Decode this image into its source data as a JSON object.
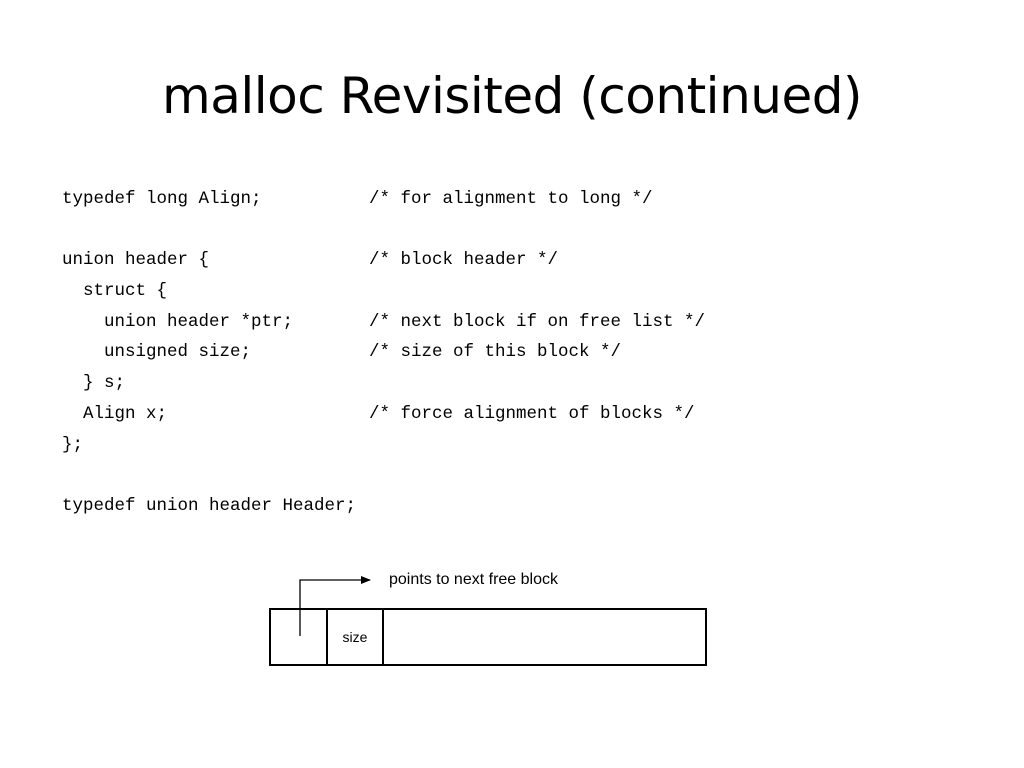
{
  "slide": {
    "title": "malloc Revisited (continued)"
  },
  "code": {
    "lines": [
      {
        "code": "typedef long Align;",
        "comment": "/* for alignment to long */"
      },
      {
        "code": "",
        "comment": ""
      },
      {
        "code": "union header {",
        "comment": "/* block header */"
      },
      {
        "code": "  struct {",
        "comment": ""
      },
      {
        "code": "    union header *ptr;",
        "comment": "/* next block if on free list */"
      },
      {
        "code": "    unsigned size;",
        "comment": "/* size of this block */"
      },
      {
        "code": "  } s;",
        "comment": ""
      },
      {
        "code": "  Align x;",
        "comment": "/* force alignment of blocks */"
      },
      {
        "code": "};",
        "comment": ""
      },
      {
        "code": "",
        "comment": ""
      },
      {
        "code": "typedef union header Header;",
        "comment": ""
      }
    ]
  },
  "diagram": {
    "pointer_label": "points to next free block",
    "size_label": "size"
  }
}
